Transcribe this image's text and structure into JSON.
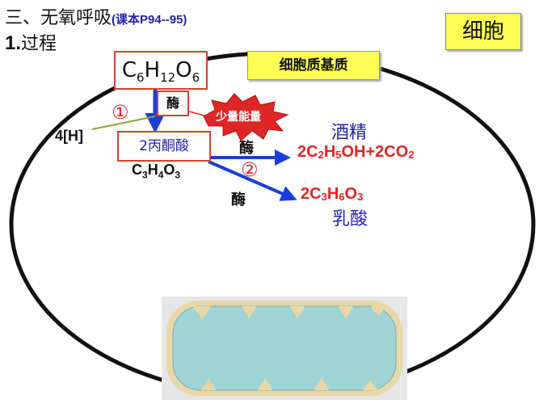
{
  "heading": {
    "section": "三、无氧呼吸",
    "ref": "(课本P94--95)",
    "sub_number": "1.",
    "sub_title": "过程"
  },
  "cell_label": "细胞",
  "cytoplasm_label": "细胞质基质",
  "glucose": {
    "c": "C",
    "c_n": "6",
    "h": "H",
    "h_n": "12",
    "o": "O",
    "o_n": "6"
  },
  "enzyme_label": "酶",
  "step1_marker": "①",
  "step2_marker": "②",
  "hydrogen_label": "4[H]",
  "energy_label": "少量能量",
  "pyruvate": {
    "name": "2丙酮酸",
    "formula": {
      "c": "C",
      "c_n": "3",
      "h": "H",
      "h_n": "4",
      "o": "O",
      "o_n": "3"
    }
  },
  "alcohol": {
    "name": "酒精",
    "formula": {
      "a": "2C",
      "a_n": "2",
      "b": "H",
      "b_n": "5",
      "c": "OH+2CO",
      "c_n": "2"
    }
  },
  "lactic": {
    "name": "乳酸",
    "formula": {
      "a": "2C",
      "a_n": "3",
      "b": "H",
      "b_n": "6",
      "c": "O",
      "c_n": "3"
    }
  },
  "colors": {
    "red": "#e02525",
    "blue": "#2323a8",
    "arrow_blue": "#1a3fd6",
    "label_yellow": "#ffff55",
    "mito_fill": "#9fd4d6",
    "mito_edge": "#e8d8a8"
  }
}
